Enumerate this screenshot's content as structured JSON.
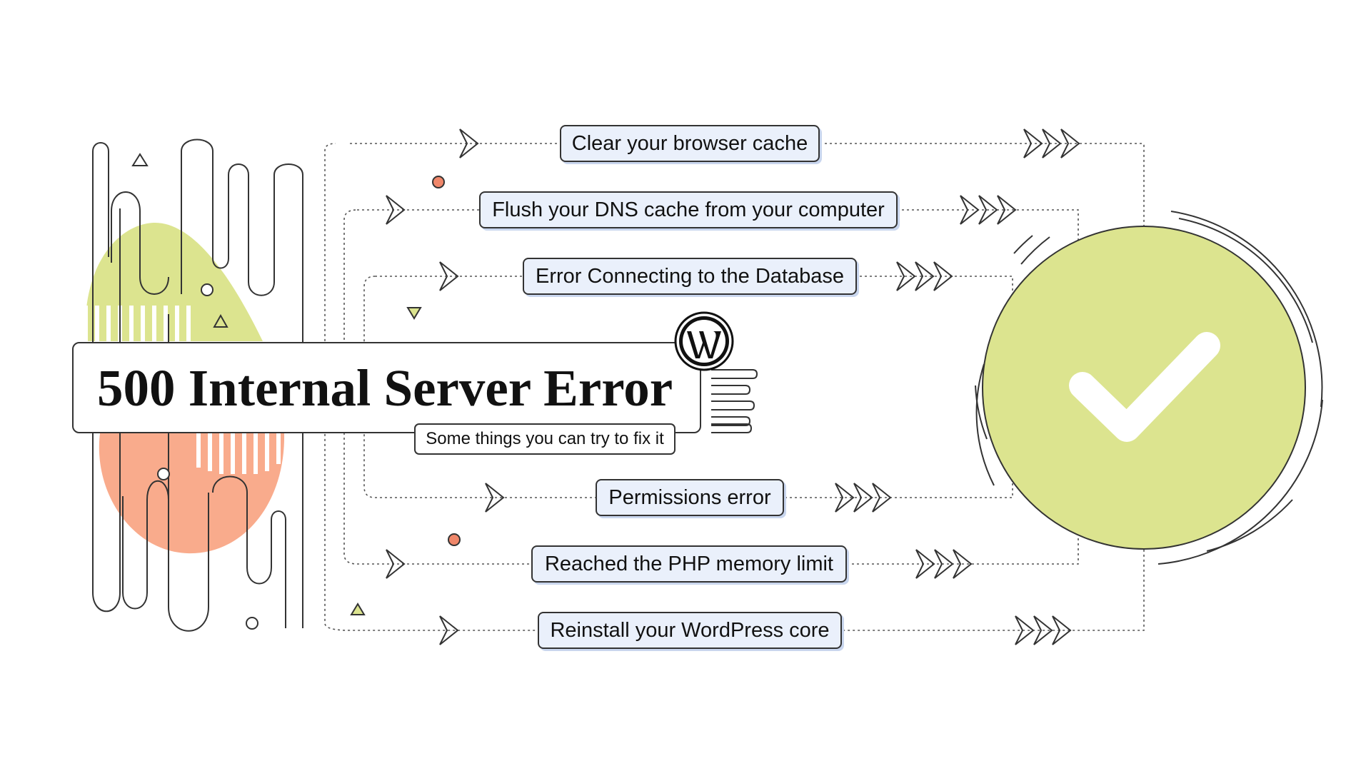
{
  "title": "500 Internal Server Error",
  "subtitle": "Some things you can try to fix it",
  "steps": [
    "Clear your browser cache",
    "Flush your DNS cache from your computer",
    "Error Connecting to the Database",
    "Permissions error",
    "Reached the PHP memory limit",
    "Reinstall your WordPress core"
  ],
  "icons": {
    "brand": "wordpress-logo-icon",
    "result": "checkmark-icon",
    "connector": "chevron-right-icon"
  },
  "colors": {
    "green": "#dce48f",
    "salmon": "#f9ab8c",
    "step_fill": "#eaf0fb",
    "outline": "#333333",
    "dot": "#f0876a"
  }
}
